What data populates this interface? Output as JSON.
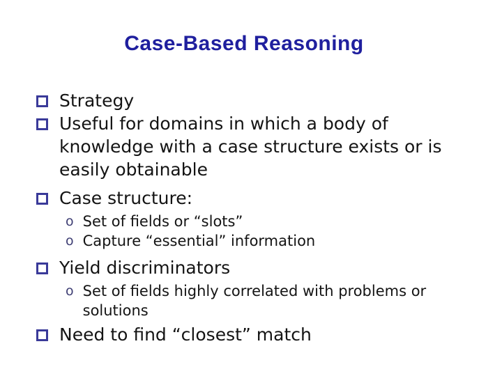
{
  "slide": {
    "title": "Case-Based Reasoning",
    "colors": {
      "background": "#ffffff",
      "title_text": "#1f1f9e",
      "square_bullet": "#3a3a99",
      "o_bullet": "#3d3d73",
      "body_text": "#141414"
    },
    "bullet_glyphs": {
      "level1": "square-outline",
      "level2": "o"
    },
    "bullets": [
      {
        "level": 1,
        "text": "Strategy"
      },
      {
        "level": 1,
        "text": "Useful for domains in which a body of knowledge with a case structure exists or is easily obtainable"
      },
      {
        "level": 1,
        "text": "Case structure:"
      },
      {
        "level": 2,
        "text": "Set of fields or “slots”"
      },
      {
        "level": 2,
        "text": "Capture “essential” information"
      },
      {
        "level": 1,
        "text": "Yield discriminators"
      },
      {
        "level": 2,
        "text": "Set of fields highly correlated with problems or solutions"
      },
      {
        "level": 1,
        "text": "Need to find “closest” match"
      }
    ]
  }
}
